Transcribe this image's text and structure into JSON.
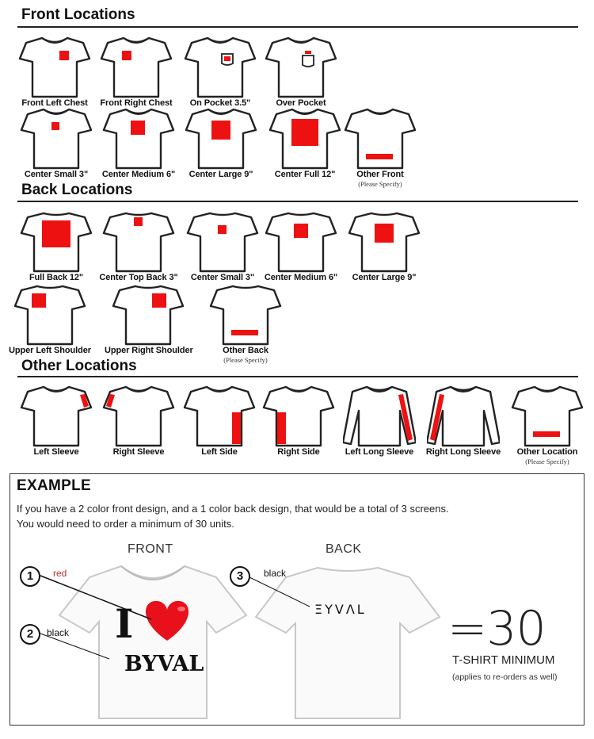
{
  "sections": {
    "front_title": "Front Locations",
    "back_title": "Back Locations",
    "other_title": "Other Locations"
  },
  "front": [
    {
      "label": "Front Left Chest"
    },
    {
      "label": "Front Right Chest"
    },
    {
      "label": "On Pocket 3.5\""
    },
    {
      "label": "Over Pocket"
    },
    {
      "label": "Center Small 3\""
    },
    {
      "label": "Center Medium 6\""
    },
    {
      "label": "Center Large 9\""
    },
    {
      "label": "Center Full 12\""
    },
    {
      "label": "Other Front",
      "sub": "(Please Specify)"
    }
  ],
  "back": [
    {
      "label": "Full Back 12\""
    },
    {
      "label": "Center Top Back 3\""
    },
    {
      "label": "Center Small 3\""
    },
    {
      "label": "Center Medium 6\""
    },
    {
      "label": "Center Large 9\""
    },
    {
      "label": "Upper Left Shoulder"
    },
    {
      "label": "Upper Right Shoulder"
    },
    {
      "label": "Other Back",
      "sub": "(Please Specify)"
    }
  ],
  "other": [
    {
      "label": "Left Sleeve"
    },
    {
      "label": "Right Sleeve"
    },
    {
      "label": "Left Side"
    },
    {
      "label": "Right Side"
    },
    {
      "label": "Left Long Sleeve"
    },
    {
      "label": "Right Long Sleeve"
    },
    {
      "label": "Other Location",
      "sub": "(Please Specify)"
    }
  ],
  "example": {
    "title": "EXAMPLE",
    "line1": "If you have a 2 color front design, and a 1 color back design, that would be a total of 3 screens.",
    "line2": "You would need to order a minimum of 30 units.",
    "front_label": "FRONT",
    "back_label": "BACK",
    "callouts": [
      {
        "num": "1",
        "color": "red"
      },
      {
        "num": "2",
        "color": "black"
      },
      {
        "num": "3",
        "color": "black"
      }
    ],
    "front_text_i": "I",
    "front_text_brand": "BYVAL",
    "back_text_brand": "ΞYVΛL",
    "equals": "=30",
    "minimum": "T-SHIRT MINIMUM",
    "minimum_sub": "(applies to re-orders as well)"
  },
  "colors": {
    "print": "#ee1111",
    "heart": "#e8101a",
    "rule": "#222222"
  }
}
